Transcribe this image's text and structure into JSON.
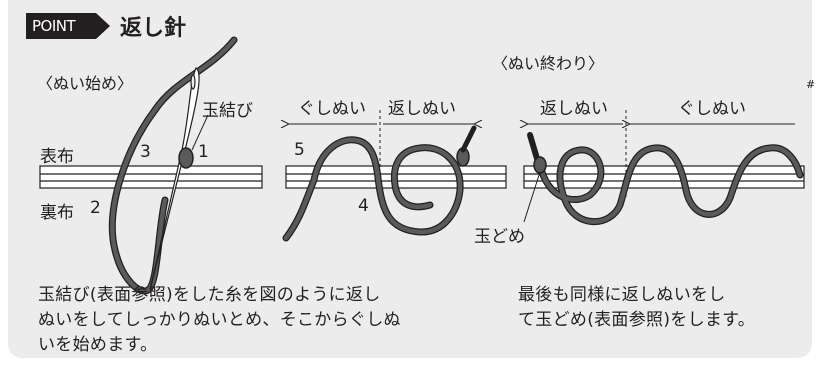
{
  "header": {
    "badge": "POINT",
    "title": "返し針"
  },
  "diagram": {
    "start_label": "〈ぬい始め〉",
    "end_label": "〈ぬい終わり〉",
    "knot_label": "玉結び",
    "front_label": "表布",
    "back_label": "裏布",
    "step_1": "1",
    "step_2": "2",
    "step_3": "3",
    "step_4": "4",
    "step_5": "5",
    "running_stitch_1": "ぐしぬい",
    "back_stitch_1": "返しぬい",
    "back_stitch_2": "返しぬい",
    "running_stitch_2": "ぐしぬい",
    "end_knot_label": "玉どめ",
    "edge_mark": "#"
  },
  "text": {
    "left_line1": "玉結び(表面参照)をした糸を図のように返し",
    "left_line2": "ぬいをしてしっかりぬいとめ、そこからぐしぬ",
    "left_line3": "いを始めます。",
    "right_line1": "最後も同様に返しぬいをし",
    "right_line2": "て玉どめ(表面参照)をします。"
  },
  "colors": {
    "panel": "#ececec",
    "thread": "#5a5a5a",
    "ink": "#231f20"
  }
}
